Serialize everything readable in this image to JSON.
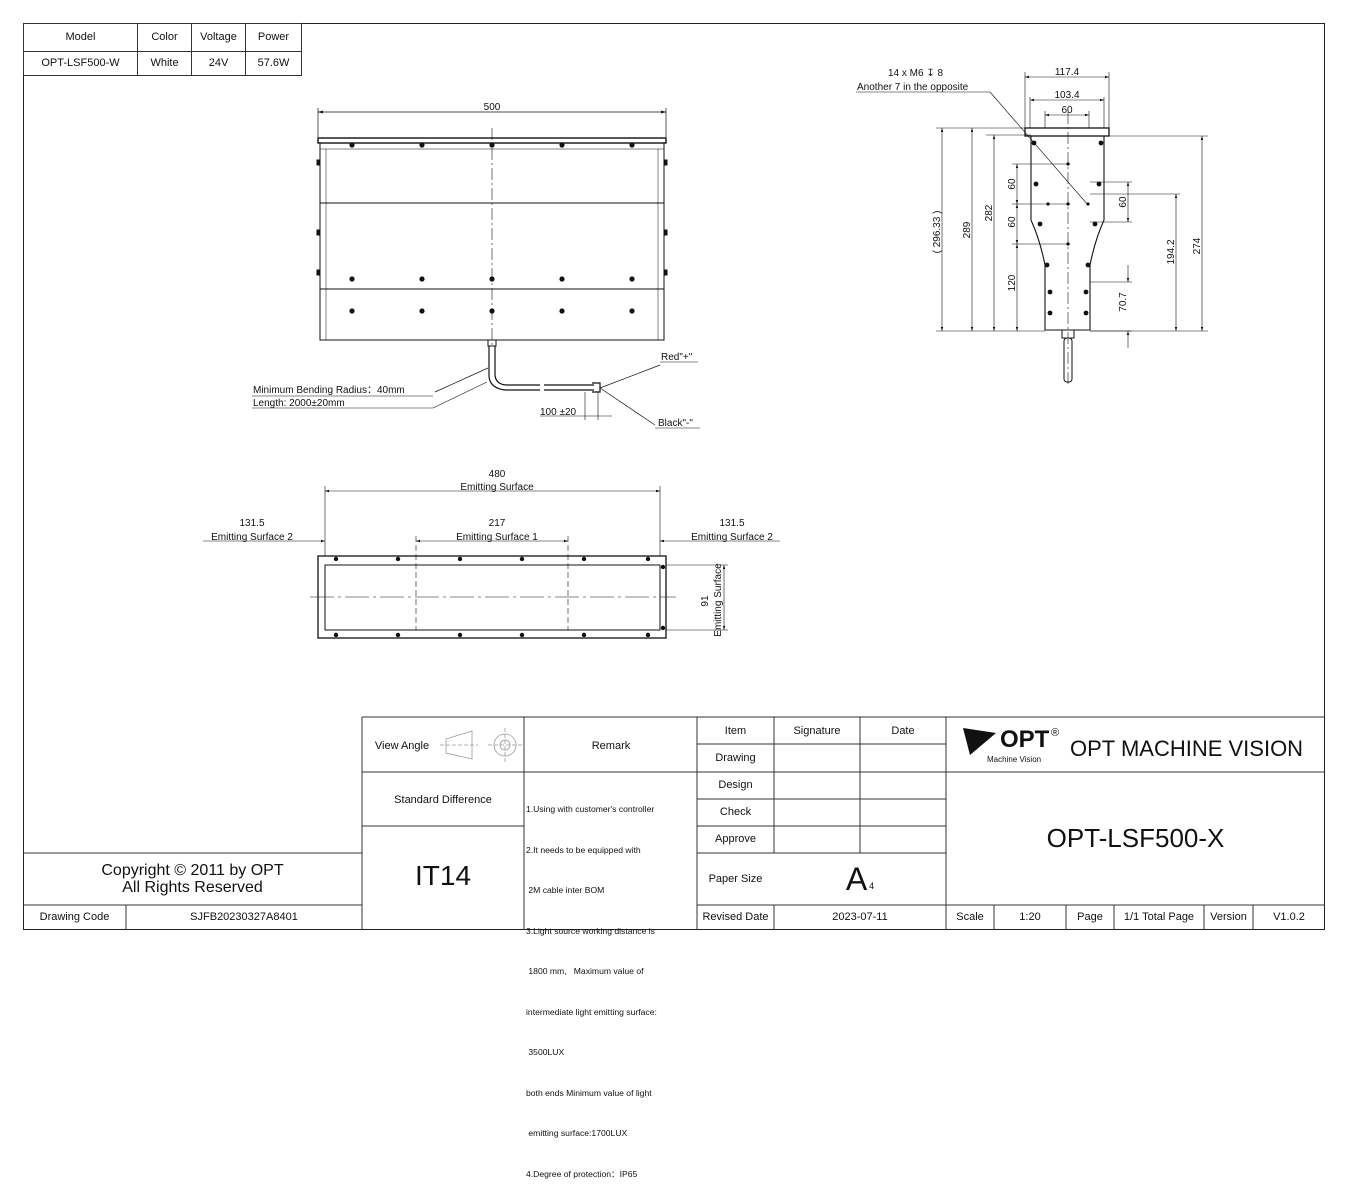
{
  "spec_table": {
    "headers": [
      "Model",
      "Color",
      "Voltage",
      "Power"
    ],
    "values": [
      "OPT-LSF500-W",
      "White",
      "24V",
      "57.6W"
    ]
  },
  "front_view": {
    "width_dim": "500",
    "bend_radius": "Minimum Bending Radius：40mm",
    "cable_length": "Length: 2000±20mm",
    "lead_dim": "100 ±20",
    "red_label": "Red\"+\"",
    "black_label": "Black\"-\""
  },
  "side_view": {
    "screw_note": "14 x M6 ↧ 8",
    "screw_note2": "Another 7 in the opposite",
    "dim_117": "117.4",
    "dim_103": "103.4",
    "dim_60_top": "60",
    "dim_296": "( 296.33 )",
    "dim_289": "289",
    "dim_282": "282",
    "dim_60a": "60",
    "dim_60b": "60",
    "dim_120": "120",
    "dim_60r": "60",
    "dim_70": "70.7",
    "dim_194": "194.2",
    "dim_274": "274"
  },
  "bottom_view": {
    "dim_480": "480",
    "emit_surface": "Emitting Surface",
    "dim_131_left": "131.5",
    "emit_surface2_left": "Emitting Surface 2",
    "dim_217": "217",
    "emit_surface1": "Emitting Surface 1",
    "dim_131_right": "131.5",
    "emit_surface2_right": "Emitting Surface 2",
    "dim_91": "91",
    "emit_surface_v": "Emitting Surface"
  },
  "title_block": {
    "view_angle": "View Angle",
    "remark_header": "Remark",
    "standard_difference": "Standard Difference",
    "tolerance": "IT14",
    "remarks": [
      "1.Using with customer's controller",
      "2.It needs to be equipped with",
      " 2M cable inter BOM",
      "3.Light source working distance is",
      " 1800 mm,   Maximum value of",
      "intermediate light emitting surface:",
      " 3500LUX",
      "both ends Minimum value of light",
      " emitting surface:1700LUX",
      "4.Degree of protection：IP65"
    ],
    "item": "Item",
    "signature": "Signature",
    "date": "Date",
    "drawing": "Drawing",
    "design": "Design",
    "check": "Check",
    "approve": "Approve",
    "paper_size": "Paper Size",
    "paper_size_value": "A",
    "paper_size_sub": "4",
    "revised_date": "Revised Date",
    "revised_date_value": "2023-07-11",
    "logo_text": "OPT",
    "logo_sub": "Machine Vision",
    "logo_reg": "®",
    "company": "OPT MACHINE VISION",
    "model": "OPT-LSF500-X",
    "scale": "Scale",
    "scale_value": "1:20",
    "page": "Page",
    "page_value": "1/1 Total Page",
    "version": "Version",
    "version_value": "V1.0.2",
    "copyright1": "Copyright © 2011 by OPT",
    "copyright2": "All Rights Reserved",
    "drawing_code": "Drawing Code",
    "drawing_code_value": "SJFB20230327A8401"
  }
}
